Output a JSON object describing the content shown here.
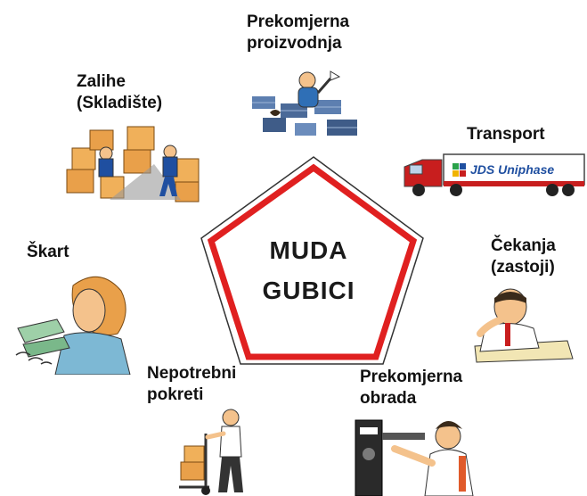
{
  "center": {
    "line1": "MUDA",
    "line2": "GUBICI",
    "border_color": "#e02020"
  },
  "wastes": [
    {
      "line1": "Prekomjerna",
      "line2": "proizvodnja",
      "icon": "overproduction-worker-icon"
    },
    {
      "line1": "Transport",
      "line2": "",
      "icon": "truck-icon"
    },
    {
      "line1": "Čekanja",
      "line2": "(zastoji)",
      "icon": "waiting-man-icon"
    },
    {
      "line1": "Prekomjerna",
      "line2": "obrada",
      "icon": "machine-operator-icon"
    },
    {
      "line1": "Nepotrebni",
      "line2": "pokreti",
      "icon": "hand-truck-worker-icon"
    },
    {
      "line1": "Škart",
      "line2": "",
      "icon": "scrap-woman-icon"
    },
    {
      "line1": "Zalihe",
      "line2": "(Skladište)",
      "icon": "warehouse-boxes-icon"
    }
  ],
  "truck_logo": "JDS Uniphase",
  "colors": {
    "truck_red": "#c81e1e",
    "box_orange": "#e9a04a",
    "skin": "#f4c28c"
  }
}
